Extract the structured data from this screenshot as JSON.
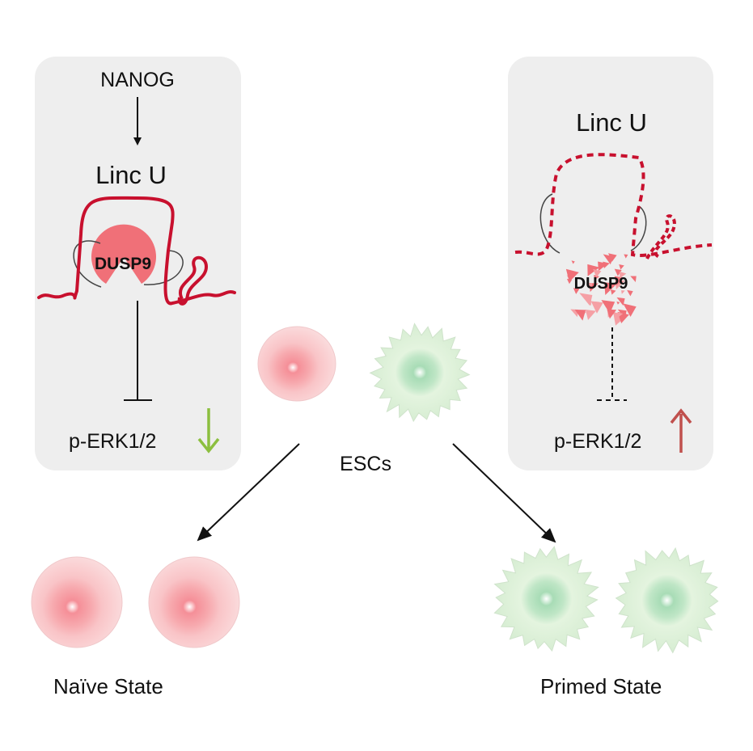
{
  "left_panel": {
    "regulator": "NANOG",
    "lncrna": "Linc U",
    "protein": "DUSP9",
    "target": "p-ERK1/2",
    "target_change": "down"
  },
  "right_panel": {
    "lncrna": "Linc U",
    "protein": "DUSP9",
    "target": "p-ERK1/2",
    "target_change": "up"
  },
  "center": {
    "cells_label": "ESCs"
  },
  "outcomes": {
    "naive_label": "Naïve State",
    "primed_label": "Primed State"
  },
  "colors": {
    "panel_bg": "#eeeeee",
    "lncrna_red": "#c8102e",
    "dusp9_pink": "#f07078",
    "naive_cell": "#f6b8bc",
    "primed_cell": "#d8efd6",
    "down_arrow": "#8cbf3f",
    "up_arrow": "#c0504d"
  }
}
